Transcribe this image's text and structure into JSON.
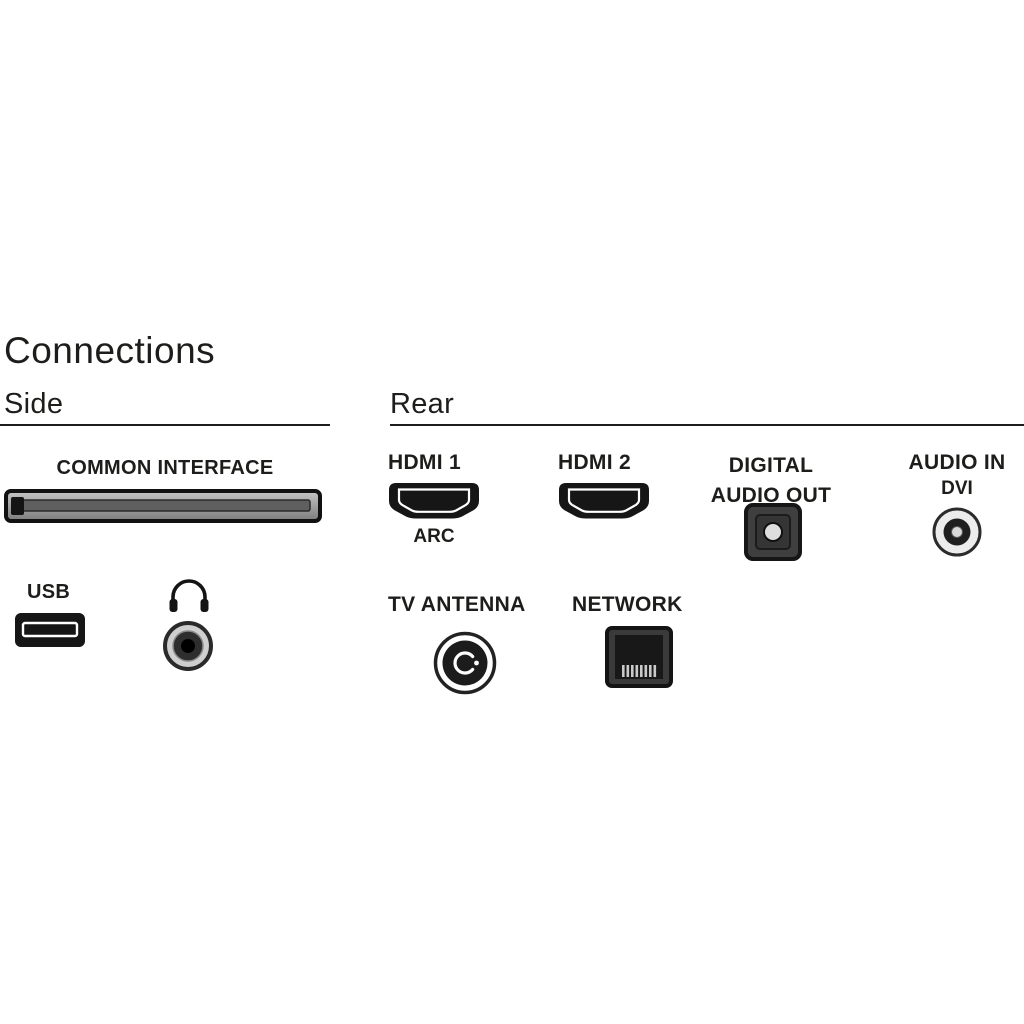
{
  "title": "Connections",
  "sections": {
    "side": {
      "heading": "Side",
      "common_interface": {
        "label": "COMMON INTERFACE"
      },
      "usb": {
        "label": "USB"
      }
    },
    "rear": {
      "heading": "Rear",
      "hdmi1": {
        "label": "HDMI 1",
        "sublabel": "ARC"
      },
      "hdmi2": {
        "label": "HDMI 2"
      },
      "digital_audio_out": {
        "line1": "DIGITAL",
        "line2": "AUDIO OUT"
      },
      "audio_in": {
        "label": "AUDIO IN",
        "sublabel": "DVI"
      },
      "tv_antenna": {
        "label": "TV ANTENNA"
      },
      "network": {
        "label": "NETWORK"
      }
    }
  },
  "colors": {
    "text": "#1d1d1b",
    "port_dark": "#1a1a1a",
    "rule": "#1d1d1b"
  }
}
